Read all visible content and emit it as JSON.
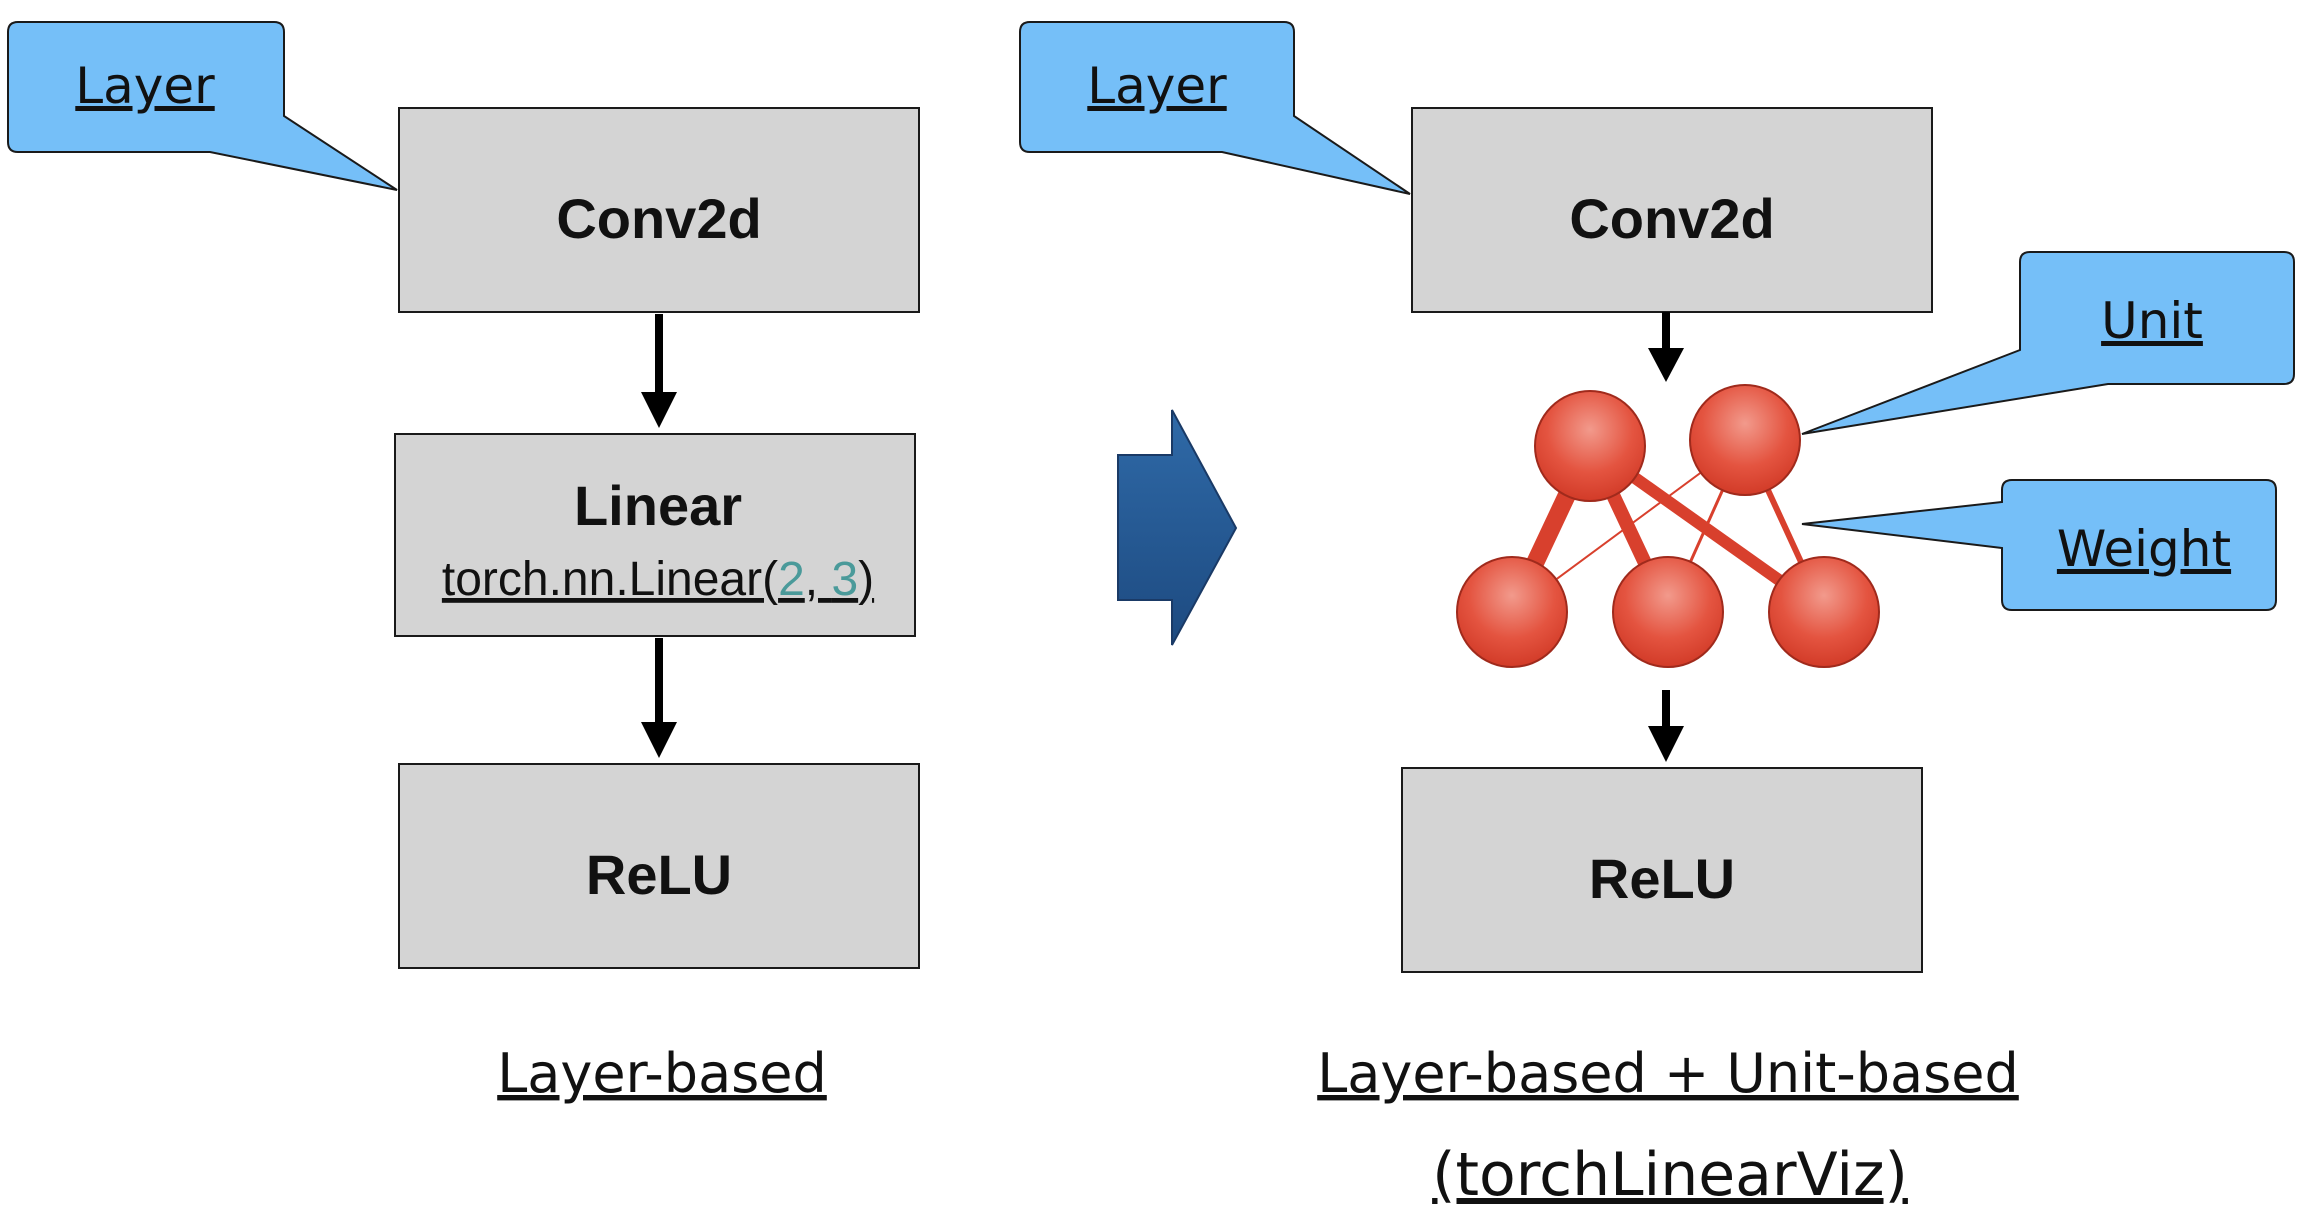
{
  "left": {
    "callout": "Layer",
    "box1": "Conv2d",
    "box2": {
      "title": "Linear",
      "code_prefix": "torch.nn.Linear(",
      "arg1": "2",
      "sep": ", ",
      "arg2": "3",
      "code_suffix": ")"
    },
    "box3": "ReLU",
    "caption": "Layer-based"
  },
  "right": {
    "callout_layer": "Layer",
    "callout_unit": "Unit",
    "callout_weight": "Weight",
    "box1": "Conv2d",
    "box3": "ReLU",
    "caption": "Layer-based + Unit-based",
    "subcaption": "(torchLinearViz)"
  },
  "network": {
    "input_units": 2,
    "output_units": 3
  },
  "colors": {
    "box_fill": "#d4d4d4",
    "callout_fill": "#75bff8",
    "node_fill": "#e04a3a",
    "edge": "#d8402d",
    "transition_arrow": "#23578f"
  }
}
